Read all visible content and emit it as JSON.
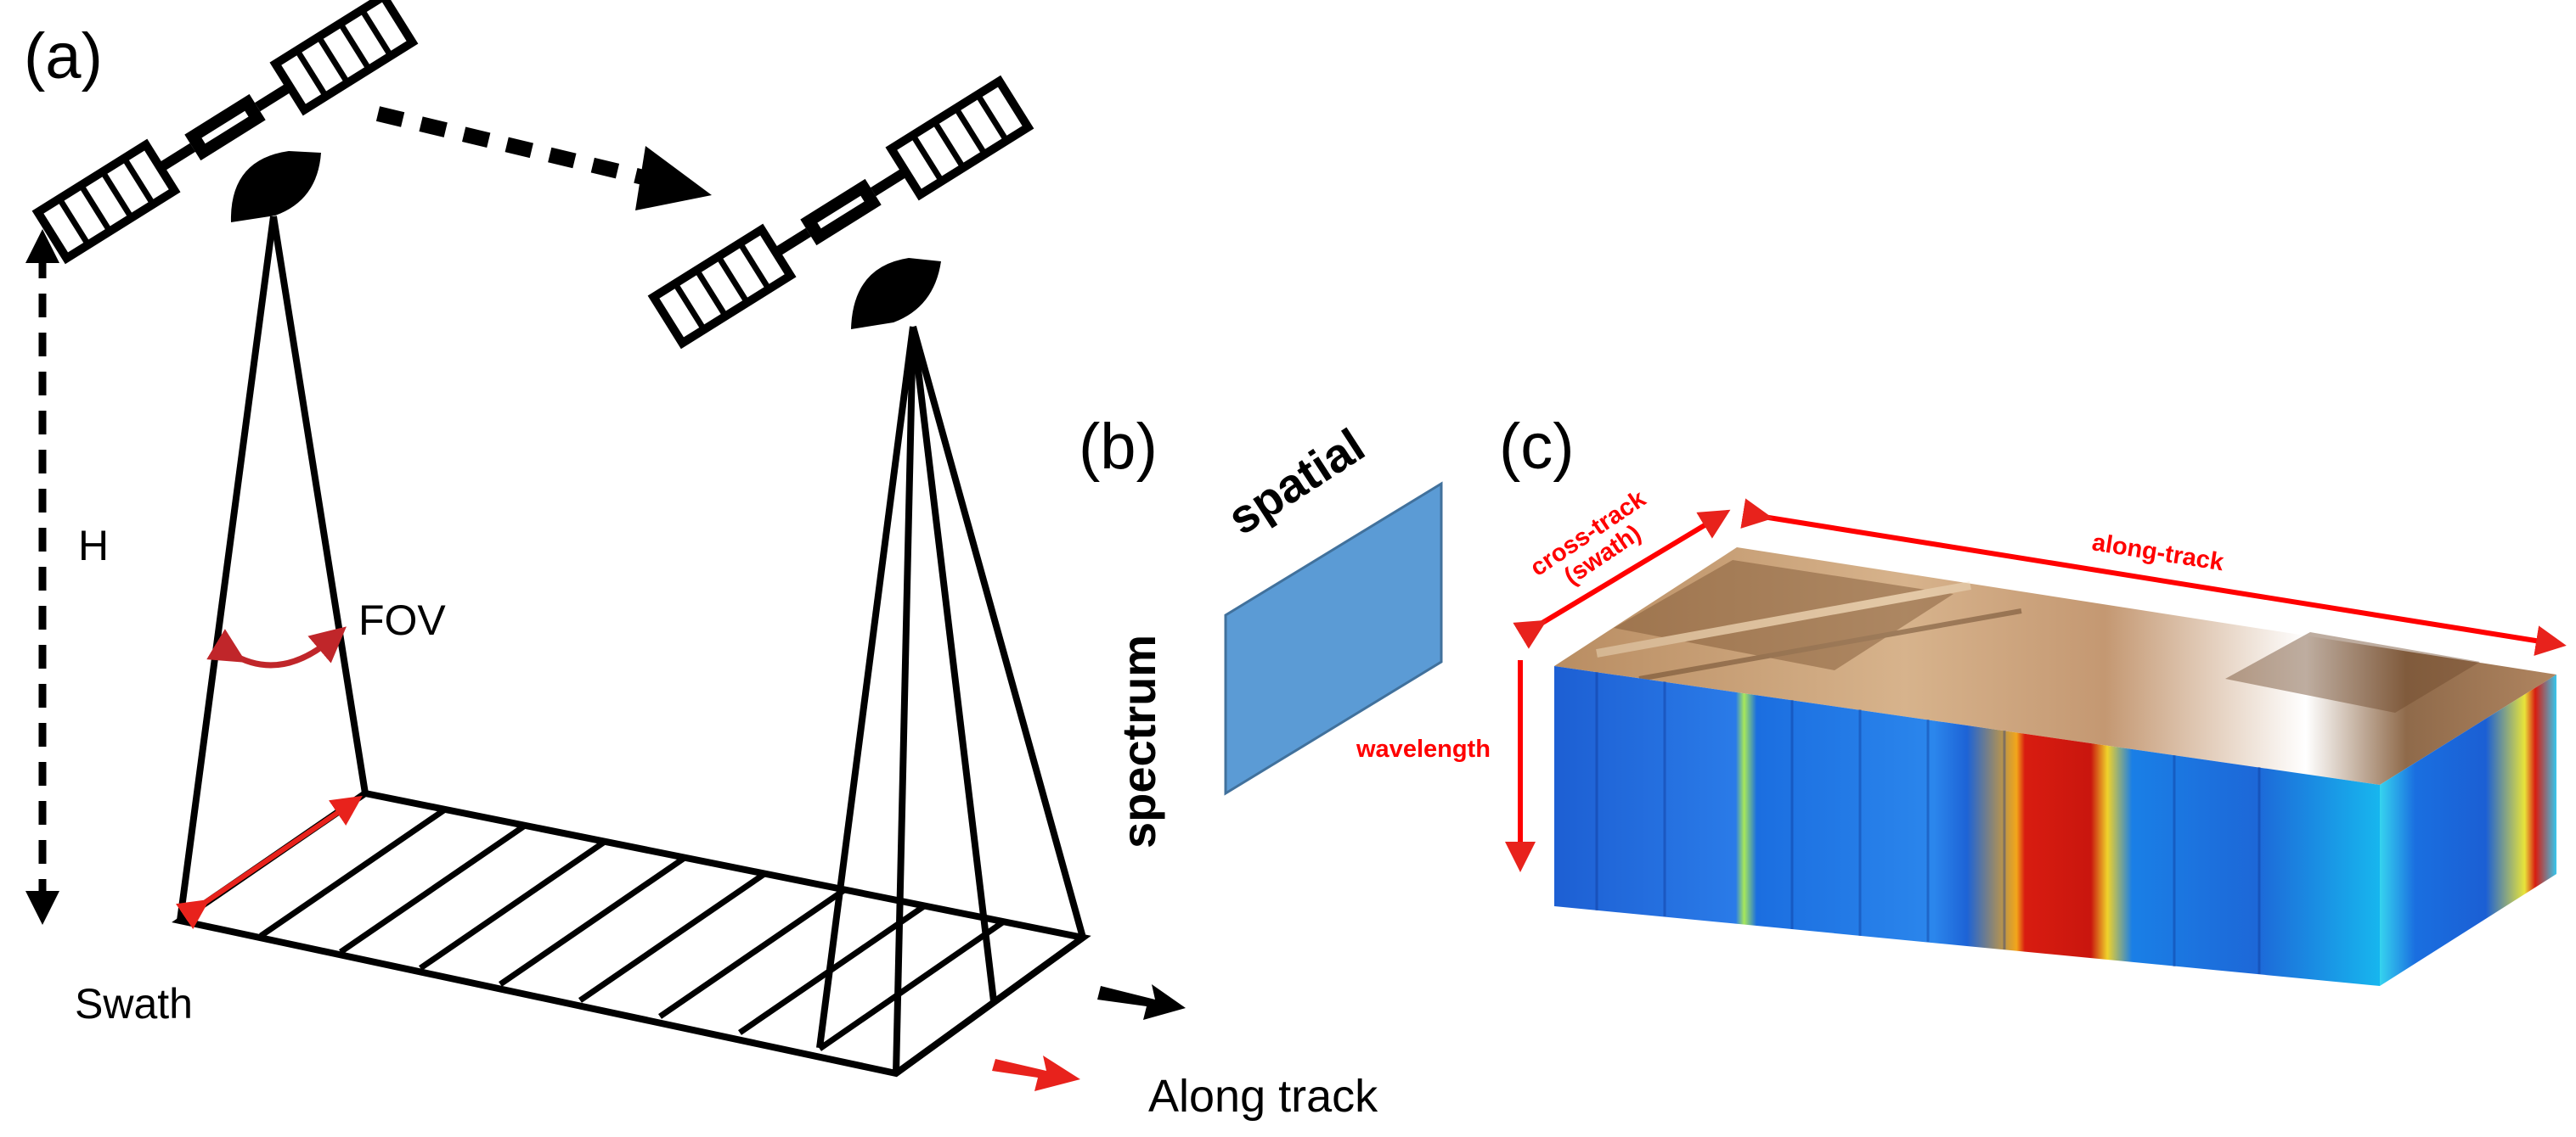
{
  "panel_a": {
    "label": "(a)",
    "height_label": "H",
    "fov_label": "FOV",
    "swath_label": "Swath",
    "along_track_label": "Along track"
  },
  "panel_b": {
    "label": "(b)",
    "spatial_label": "spatial",
    "spectrum_label": "spectrum"
  },
  "panel_c": {
    "label": "(c)",
    "cross_track_label": "cross-track",
    "swath_paren_label": "(swath)",
    "along_track_label": "along-track",
    "wavelength_label": "wavelength"
  },
  "colors": {
    "annotation_red": "#ff0000",
    "fov_arc": "#c0262a",
    "slit_blue": "#5b9bd5",
    "slit_edge": "#41719c",
    "cube_blue": "#1c5fd6",
    "cube_cyan": "#17c8f0",
    "cube_red": "#d81c10",
    "cube_top": "#c9a27c"
  }
}
